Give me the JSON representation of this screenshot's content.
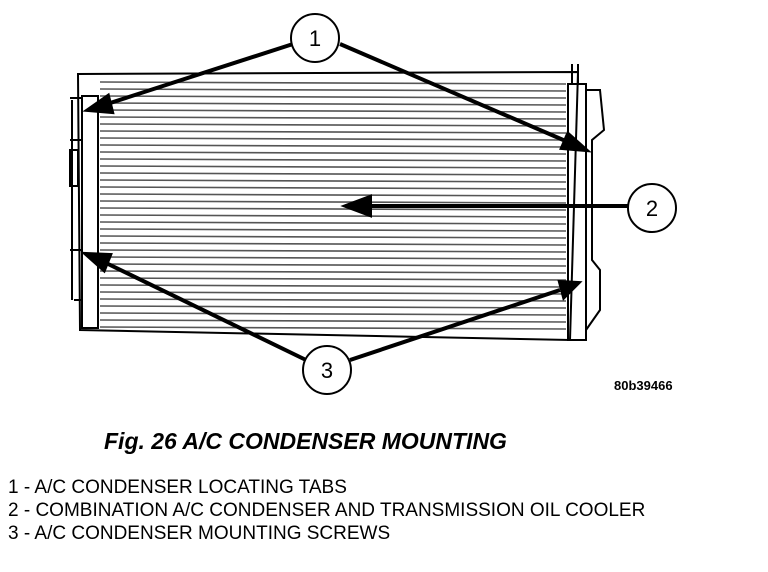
{
  "figure": {
    "callouts": [
      "1",
      "2",
      "3"
    ],
    "figure_id": "80b39466",
    "caption": "Fig. 26 A/C CONDENSER MOUNTING"
  },
  "legend": [
    "1 - A/C CONDENSER LOCATING TABS",
    "2 - COMBINATION A/C CONDENSER AND TRANSMISSION OIL COOLER",
    "3 - A/C CONDENSER MOUNTING SCREWS"
  ],
  "colors": {
    "ink": "#000000",
    "paper": "#ffffff",
    "fin": "#555555"
  }
}
